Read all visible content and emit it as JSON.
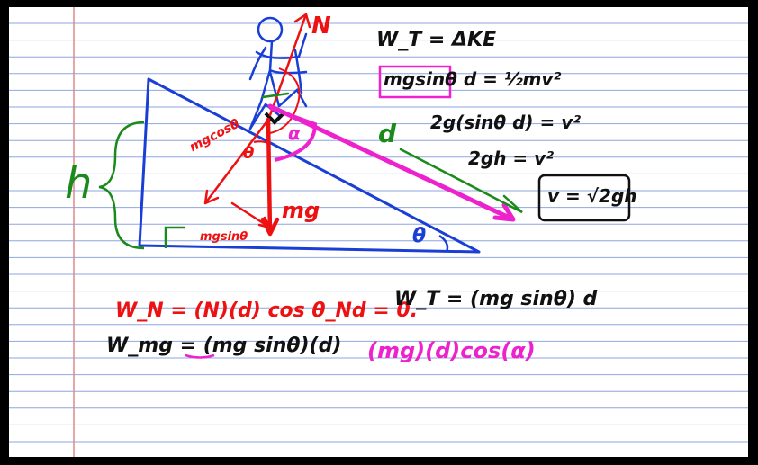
{
  "palette": {
    "paper": "#ffffff",
    "rule_line": "#8fa6e0",
    "margin_line": "#e08a8a",
    "ink_black": "#111111",
    "ink_blue": "#1a3fd6",
    "ink_red": "#ee1111",
    "ink_magenta": "#ee22cc",
    "ink_green": "#1a8a1a"
  },
  "diagram": {
    "label_N": "N",
    "label_mg": "mg",
    "label_mgcos": "mgcosθ",
    "label_mgsin": "mgsinθ",
    "label_theta_body": "θ",
    "label_theta_base": "θ",
    "label_alpha": "α",
    "label_d": "d",
    "label_h": "h"
  },
  "equations": {
    "line1": "W_T = ΔKE",
    "line2": "mgsinθ d = ½mv²",
    "line3": "2g(sinθ d) = v²",
    "line4": "2gh = v²",
    "result": "v = √2gh",
    "work_N": "W_N = (N)(d) cos θ_Nd = 0.",
    "work_mg": "W_mg = (mg sinθ)(d)",
    "work_total": "W_T = (mg sinθ) d",
    "work_alt": "(mg)(d)cos(α)"
  }
}
